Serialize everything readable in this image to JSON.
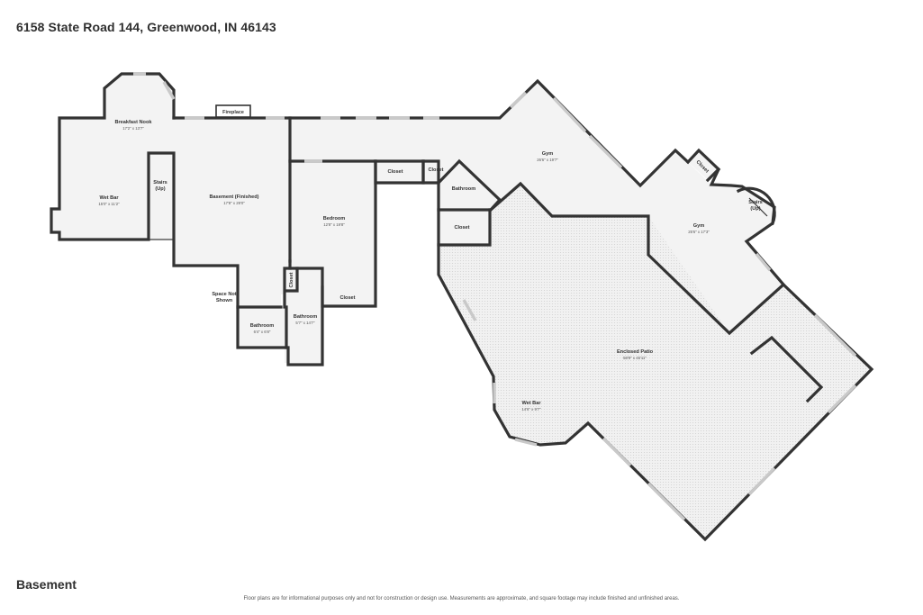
{
  "header": {
    "address": "6158 State Road 144, Greenwood, IN 46143"
  },
  "footer": {
    "floor": "Basement",
    "disclaimer": "Floor plans are for informational purposes only and not for construction or design use. Measurements are approximate, and square footage may include finished and unfinished areas."
  },
  "rooms": {
    "breakfast_nook": {
      "name": "Breakfast Nook",
      "dim": "17'2\" x 13'7\""
    },
    "fireplace": {
      "name": "Fireplace"
    },
    "wet_bar_left": {
      "name": "Wet Bar",
      "dim": "15'0\" x 11'2\""
    },
    "stairs_left": {
      "name1": "Stairs",
      "name2": "(Up)"
    },
    "basement": {
      "name": "Basement (Finished)",
      "dim": "17'8\" x 29'0\""
    },
    "bedroom": {
      "name": "Bedroom",
      "dim": "12'8\" x 19'8\""
    },
    "closet_a": {
      "name": "Closet"
    },
    "closet_b": {
      "name": "Closet"
    },
    "bathroom_right": {
      "name": "Bathroom"
    },
    "closet_c": {
      "name": "Closet"
    },
    "closet_d": {
      "name": "Closet"
    },
    "closet_e": {
      "name": "Closet"
    },
    "space_not_shown": {
      "name1": "Space Not",
      "name2": "Shown"
    },
    "bathroom_1": {
      "name": "Bathroom",
      "dim": "6'4\" x 6'8\""
    },
    "bathroom_2": {
      "name": "Bathroom",
      "dim": "5'7\" x 14'7\""
    },
    "gym_1": {
      "name": "Gym",
      "dim": "26'6\" x 19'7\""
    },
    "gym_2": {
      "name": "Gym",
      "dim": "25'6\" x 17'3\""
    },
    "closet_gym": {
      "name": "Closet"
    },
    "stairs_right": {
      "name1": "Stairs",
      "name2": "(Up)"
    },
    "enclosed_patio": {
      "name": "Enclosed Patio",
      "dim": "58'9\" x 45'11\""
    },
    "wet_bar_right": {
      "name": "Wet Bar",
      "dim": "14'6\" x 9'7\""
    }
  }
}
